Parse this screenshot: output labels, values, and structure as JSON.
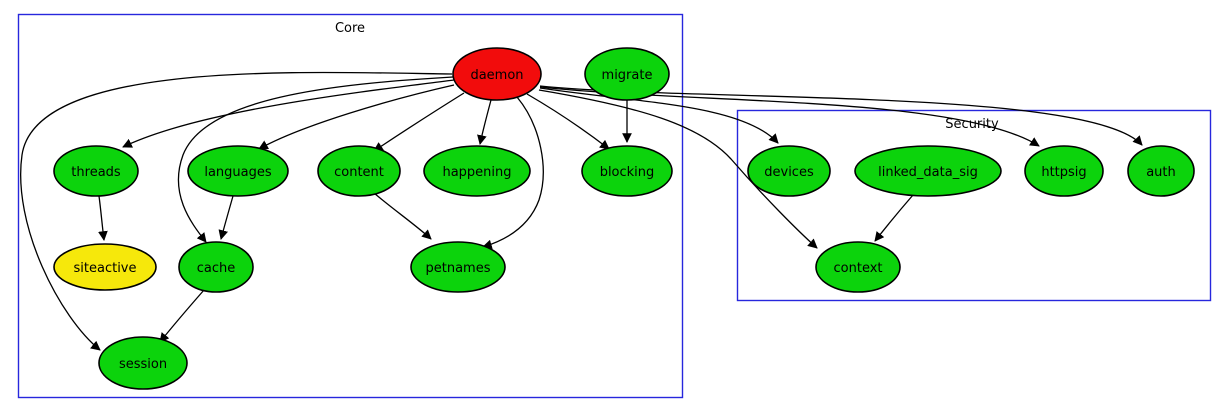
{
  "diagram": {
    "type": "dependency-graph",
    "colors": {
      "node_green": "#0cd30c",
      "node_red": "#f20c0c",
      "node_yellow": "#f6e80b",
      "cluster_border": "#2727dd",
      "edge": "#000000",
      "background": "#ffffff"
    },
    "clusters": [
      {
        "id": "core",
        "label": "Core"
      },
      {
        "id": "security",
        "label": "Security"
      }
    ],
    "nodes": {
      "daemon": {
        "label": "daemon",
        "cluster": "core",
        "fill": "#f20c0c"
      },
      "migrate": {
        "label": "migrate",
        "cluster": "core",
        "fill": "#0cd30c"
      },
      "threads": {
        "label": "threads",
        "cluster": "core",
        "fill": "#0cd30c"
      },
      "languages": {
        "label": "languages",
        "cluster": "core",
        "fill": "#0cd30c"
      },
      "content": {
        "label": "content",
        "cluster": "core",
        "fill": "#0cd30c"
      },
      "happening": {
        "label": "happening",
        "cluster": "core",
        "fill": "#0cd30c"
      },
      "blocking": {
        "label": "blocking",
        "cluster": "core",
        "fill": "#0cd30c"
      },
      "siteactive": {
        "label": "siteactive",
        "cluster": "core",
        "fill": "#f6e80b"
      },
      "cache": {
        "label": "cache",
        "cluster": "core",
        "fill": "#0cd30c"
      },
      "petnames": {
        "label": "petnames",
        "cluster": "core",
        "fill": "#0cd30c"
      },
      "session": {
        "label": "session",
        "cluster": "core",
        "fill": "#0cd30c"
      },
      "devices": {
        "label": "devices",
        "cluster": "security",
        "fill": "#0cd30c"
      },
      "linked_data_sig": {
        "label": "linked_data_sig",
        "cluster": "security",
        "fill": "#0cd30c"
      },
      "httpsig": {
        "label": "httpsig",
        "cluster": "security",
        "fill": "#0cd30c"
      },
      "auth": {
        "label": "auth",
        "cluster": "security",
        "fill": "#0cd30c"
      },
      "context": {
        "label": "context",
        "cluster": "security",
        "fill": "#0cd30c"
      }
    },
    "edges": [
      {
        "from": "daemon",
        "to": "threads"
      },
      {
        "from": "daemon",
        "to": "languages"
      },
      {
        "from": "daemon",
        "to": "content"
      },
      {
        "from": "daemon",
        "to": "happening"
      },
      {
        "from": "daemon",
        "to": "blocking"
      },
      {
        "from": "daemon",
        "to": "cache"
      },
      {
        "from": "daemon",
        "to": "session"
      },
      {
        "from": "daemon",
        "to": "petnames"
      },
      {
        "from": "daemon",
        "to": "devices"
      },
      {
        "from": "daemon",
        "to": "httpsig"
      },
      {
        "from": "daemon",
        "to": "auth"
      },
      {
        "from": "daemon",
        "to": "context"
      },
      {
        "from": "migrate",
        "to": "blocking"
      },
      {
        "from": "threads",
        "to": "siteactive"
      },
      {
        "from": "languages",
        "to": "cache"
      },
      {
        "from": "content",
        "to": "petnames"
      },
      {
        "from": "cache",
        "to": "session"
      },
      {
        "from": "linked_data_sig",
        "to": "context"
      }
    ]
  }
}
